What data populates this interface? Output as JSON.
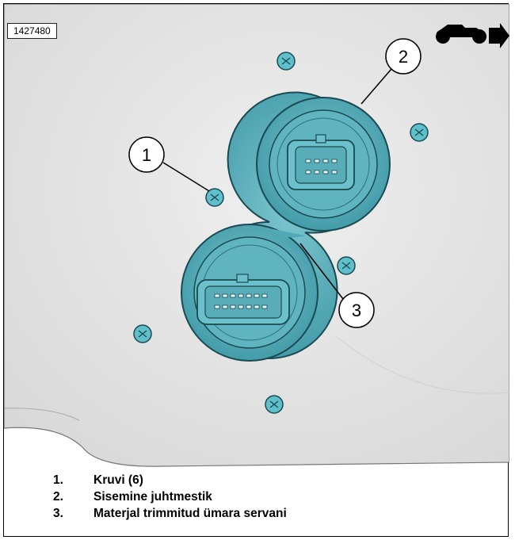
{
  "figure_id": "1427480",
  "icons": {
    "orientation": "motorcycle-forward-arrow-icon"
  },
  "colors": {
    "connector_fill": "#4fa9b6",
    "panel": "#e6e6e6",
    "screw": "#5fbfca"
  },
  "callouts": [
    "1",
    "2",
    "3"
  ],
  "legend": [
    {
      "num": "1.",
      "text": "Kruvi (6)"
    },
    {
      "num": "2.",
      "text": "Sisemine juhtmestik"
    },
    {
      "num": "3.",
      "text": "Materjal trimmitud ümara servani"
    }
  ]
}
